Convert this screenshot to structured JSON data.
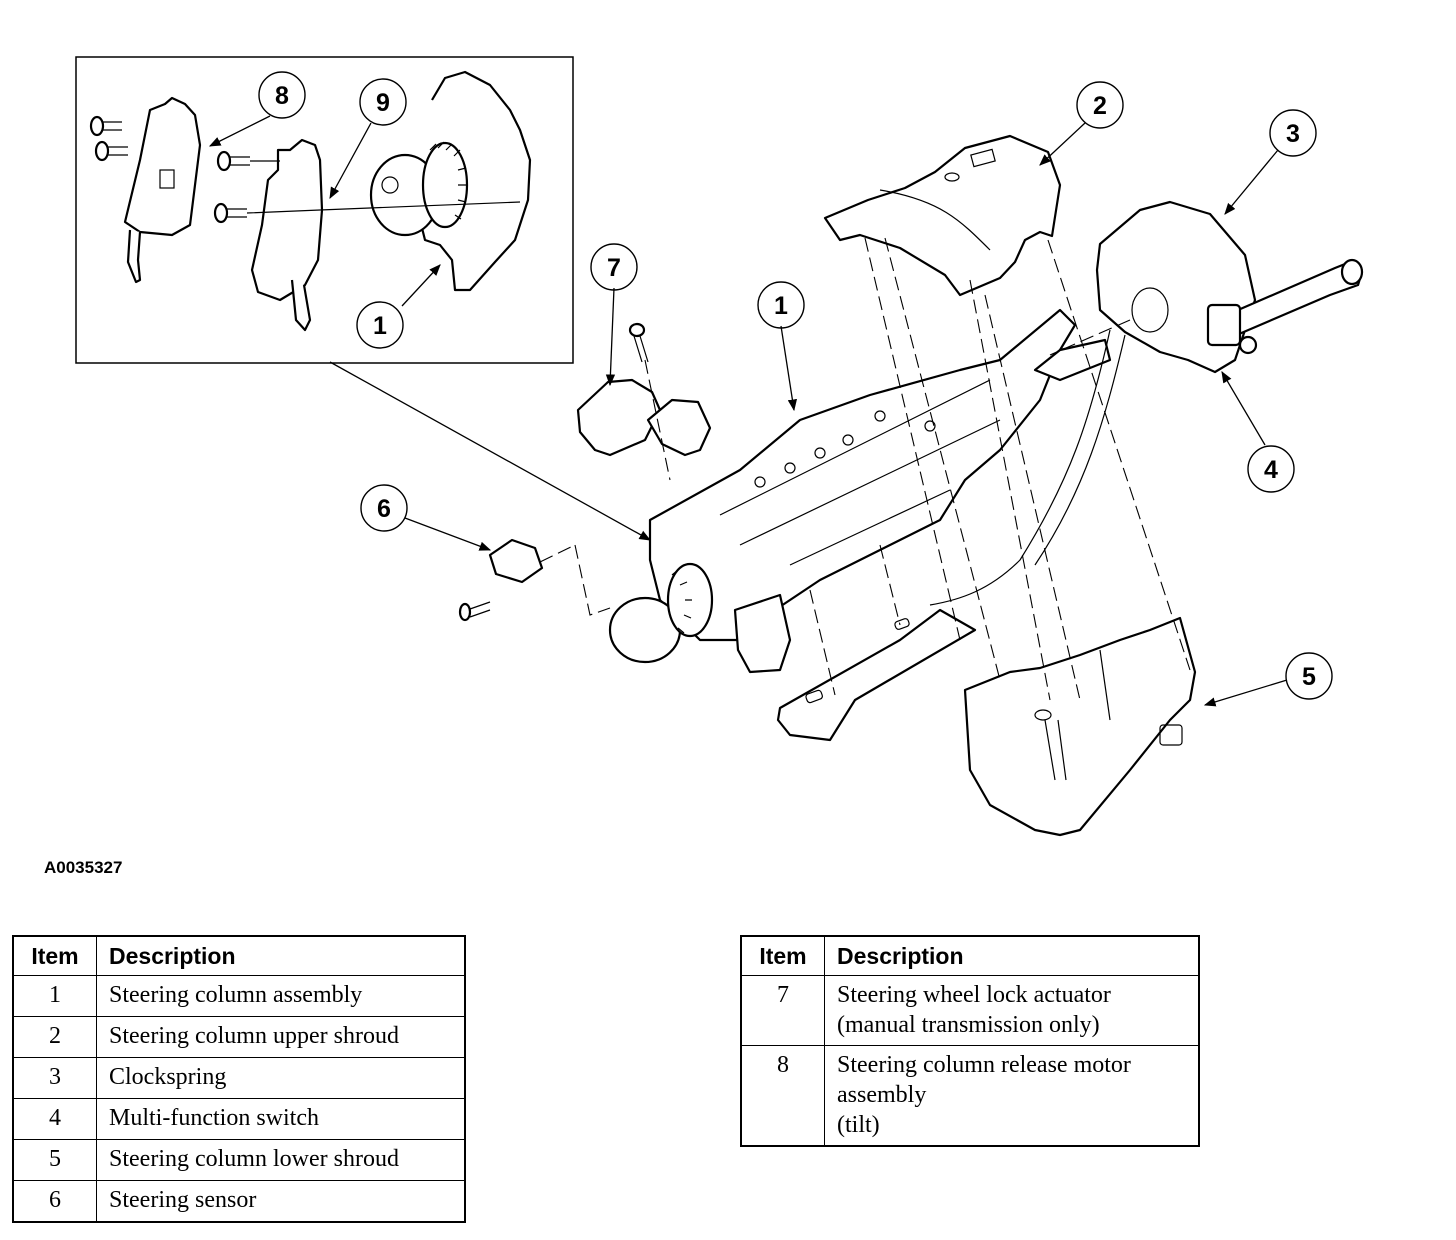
{
  "figure": {
    "id": "A0035327",
    "callouts": [
      {
        "label": "8",
        "location": "inset",
        "part": "Steering column release motor assembly (tilt)"
      },
      {
        "label": "9",
        "location": "inset",
        "part": ""
      },
      {
        "label": "1",
        "location": "inset",
        "part": "Steering column assembly"
      },
      {
        "label": "7",
        "location": "main",
        "part": "Steering wheel lock actuator"
      },
      {
        "label": "1",
        "location": "main",
        "part": "Steering column assembly"
      },
      {
        "label": "2",
        "location": "main",
        "part": "Steering column upper shroud"
      },
      {
        "label": "3",
        "location": "main",
        "part": "Clockspring"
      },
      {
        "label": "4",
        "location": "main",
        "part": "Multi-function switch"
      },
      {
        "label": "6",
        "location": "main",
        "part": "Steering sensor"
      },
      {
        "label": "5",
        "location": "main",
        "part": "Steering column lower shroud"
      }
    ]
  },
  "tables": {
    "left": {
      "headers": {
        "item": "Item",
        "description": "Description"
      },
      "rows": [
        {
          "item": "1",
          "description": "Steering column assembly"
        },
        {
          "item": "2",
          "description": "Steering column upper shroud"
        },
        {
          "item": "3",
          "description": "Clockspring"
        },
        {
          "item": "4",
          "description": "Multi-function switch"
        },
        {
          "item": "5",
          "description": "Steering column lower shroud"
        },
        {
          "item": "6",
          "description": "Steering sensor"
        }
      ]
    },
    "right": {
      "headers": {
        "item": "Item",
        "description": "Description"
      },
      "rows": [
        {
          "item": "7",
          "description_lines": [
            "Steering wheel lock actuator",
            "(manual transmission only)"
          ]
        },
        {
          "item": "8",
          "description_lines": [
            "Steering column release motor",
            "assembly",
            "(tilt)"
          ]
        }
      ]
    }
  }
}
